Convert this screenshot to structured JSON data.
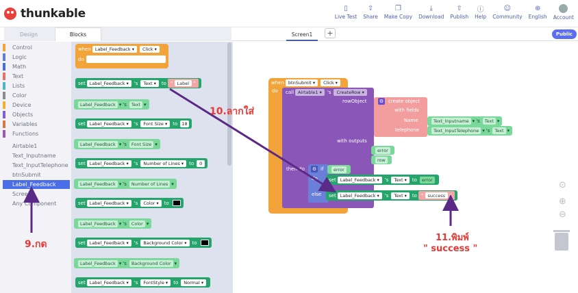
{
  "brand": {
    "name": "thunkable"
  },
  "top_nav": [
    {
      "label": "Live Test",
      "icon": "phone-icon"
    },
    {
      "label": "Share",
      "icon": "share-icon"
    },
    {
      "label": "Make Copy",
      "icon": "copy-icon"
    },
    {
      "label": "Download",
      "icon": "download-icon"
    },
    {
      "label": "Publish",
      "icon": "publish-icon"
    },
    {
      "label": "Help",
      "icon": "help-icon"
    },
    {
      "label": "Community",
      "icon": "community-icon"
    },
    {
      "label": "English",
      "icon": "globe-icon"
    },
    {
      "label": "Account",
      "icon": "avatar-icon"
    }
  ],
  "editor_tabs": {
    "design": "Design",
    "blocks": "Blocks"
  },
  "screen_tab": "Screen1",
  "add_screen": "+",
  "public_button": "Public",
  "categories": [
    {
      "label": "Control",
      "color": "#f2a43a"
    },
    {
      "label": "Logic",
      "color": "#5b80d6"
    },
    {
      "label": "Math",
      "color": "#4a6ed8"
    },
    {
      "label": "Text",
      "color": "#e86f6f"
    },
    {
      "label": "Lists",
      "color": "#4ab6c8"
    },
    {
      "label": "Color",
      "color": "#8b8b8b"
    },
    {
      "label": "Device",
      "color": "#f0b030"
    },
    {
      "label": "Objects",
      "color": "#7f5fd4"
    },
    {
      "label": "Variables",
      "color": "#d47a46"
    },
    {
      "label": "Functions",
      "color": "#9b59b6"
    },
    {
      "label": "Airtable1",
      "color": ""
    },
    {
      "label": "Text_Inputname",
      "color": ""
    },
    {
      "label": "Text_InputTelephone",
      "color": ""
    },
    {
      "label": "btnSubmit",
      "color": ""
    },
    {
      "label": "Label_Feedback",
      "color": "",
      "selected": true
    },
    {
      "label": "Screen1",
      "color": ""
    },
    {
      "label": "Any Component",
      "color": ""
    }
  ],
  "flyout": {
    "when": "when",
    "do": "do",
    "set": "set",
    "to": "to",
    "s": "'s",
    "component": "Label_Feedback",
    "event": "Click",
    "b1_prop": "Text",
    "b1_value": "Label",
    "b2_prop": "Text",
    "b3_prop": "Font Size",
    "b3_value": "18",
    "b4_prop": "Font Size",
    "b5_prop": "Number of Lines",
    "b5_value": "0",
    "b6_prop": "Number of Lines",
    "b7_prop": "Color",
    "b8_prop": "Color",
    "b9_prop": "Background Color",
    "b10_prop": "Background Color",
    "b11_prop": "FontStyle",
    "b11_value": "Normal"
  },
  "workspace": {
    "when": "when",
    "event_component": "btnSubmit",
    "event": "Click",
    "do": "do",
    "call": "call",
    "airtable": "Airtable1",
    "s": "'s",
    "method": "CreateRow",
    "row_object": "rowObject",
    "create_object": "create object",
    "with_fields": "with fields",
    "field1": "Name",
    "field1_comp": "Text_Inputname",
    "field1_prop": "Text",
    "field2": "telephone",
    "field2_comp": "Text_InputTelephone",
    "field2_prop": "Text",
    "with_outputs": "with outputs",
    "error": "error",
    "row": "row",
    "then_do": "then do",
    "if": "if",
    "do2": "do",
    "else": "else",
    "set": "set",
    "target": "Label_Feedback",
    "prop": "Text",
    "to": "to",
    "success": "success"
  },
  "annotations": {
    "step9": "9.กด",
    "step10": "10.ลากใส่",
    "step11": "11.พิมพ์",
    "step11_text": "\" success \""
  },
  "colors": {
    "accent": "#4a5dab",
    "annotation": "#e63a37",
    "arrow": "#5b2a86"
  }
}
